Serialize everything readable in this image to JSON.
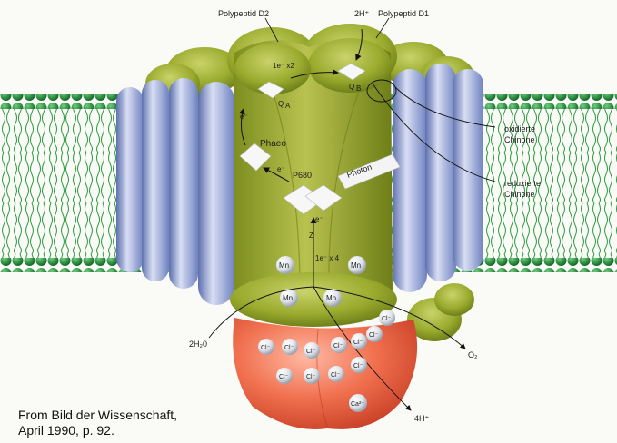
{
  "labels": {
    "polypeptid_d2": "Polypeptid D2",
    "polypeptid_d1": "Polypeptid D1",
    "proton_in": "2H⁺",
    "electron_x2": "1e⁻ x2",
    "qa": "Q",
    "qa_sub": "A",
    "qb": "Q",
    "qb_sub": "B",
    "e_minus_1": "e⁻",
    "e_minus_2": "e⁻",
    "e_minus_3": "e⁻",
    "e_minus_4": "e⁻",
    "phaeo": "Phaeo",
    "p680": "P680",
    "photon": "Photon",
    "z": "Z",
    "electron_x4": "1e⁻ x 4",
    "mn_1": "Mn",
    "mn_2": "Mn",
    "mn_3": "Mn",
    "mn_4": "Mn",
    "oxidierte": "oxidierte",
    "chinone_1": "Chinone",
    "reduzierte": "reduzierte",
    "chinone_2": "Chinone",
    "water": "2H₂0",
    "oxygen": "O₂",
    "proton_out": "4H⁺"
  },
  "ions": {
    "cl": "Cl⁻",
    "ca": "Ca²⁺"
  },
  "caption": {
    "line1": "From Bild der Wissenschaft,",
    "line2": "April 1990, p. 92."
  },
  "colors": {
    "membrane_lipid": "#1f8a3a",
    "protein_green": "#9aab2e",
    "helix_blue": "#8fa2d6",
    "manganese_red": "#e4553a"
  }
}
